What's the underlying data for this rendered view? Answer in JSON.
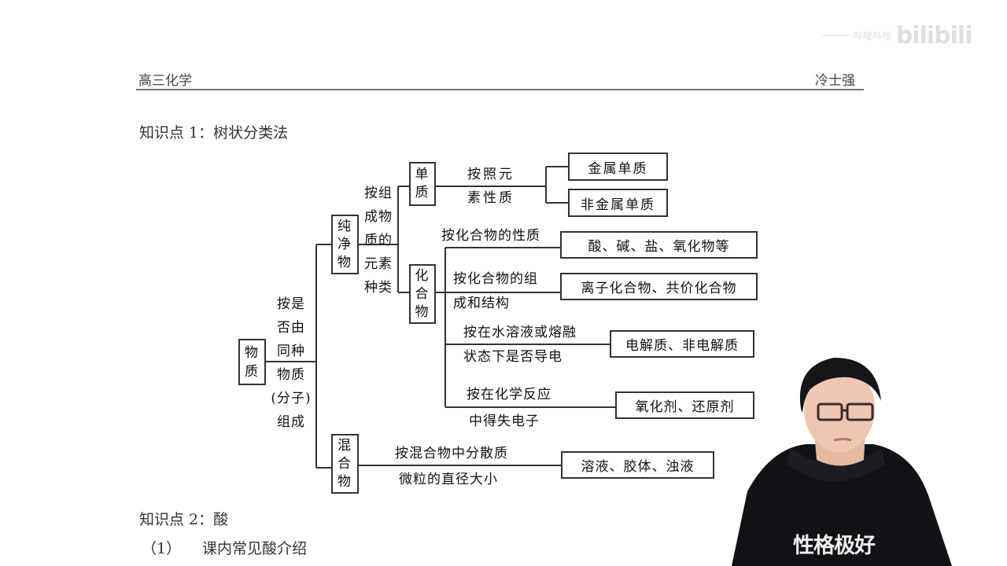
{
  "header": {
    "subject": "高三化学",
    "teacher": "冷士强"
  },
  "watermark": {
    "small_text": "一一一 哔哩哔哩",
    "logo": "bilibili"
  },
  "section1": {
    "title": "知识点 1：树状分类法"
  },
  "tree": {
    "root": "物质",
    "root_criterion": [
      "按是",
      "否由",
      "同种",
      "物质",
      "(分子)",
      "组成"
    ],
    "pure": {
      "label": "纯净物",
      "criterion": [
        "按组",
        "成物",
        "质的",
        "元素",
        "种类"
      ],
      "elemental": {
        "label": "单质",
        "criterion_line1": "按照元",
        "criterion_line2": "素性质",
        "children": [
          "金属单质",
          "非金属单质"
        ]
      },
      "compound": {
        "label": "化合物",
        "branches": [
          {
            "line1": "按化合物的性质",
            "line2": "",
            "result": "酸、碱、盐、氧化物等"
          },
          {
            "line1": "按化合物的组",
            "line2": "成和结构",
            "result": "离子化合物、共价化合物"
          },
          {
            "line1": "按在水溶液或熔融",
            "line2": "状态下是否导电",
            "result": "电解质、非电解质"
          },
          {
            "line1": "按在化学反应",
            "line2": "中得失电子",
            "result": "氧化剂、还原剂"
          }
        ]
      }
    },
    "mixture": {
      "label": "混合物",
      "criterion_line1": "按混合物中分散质",
      "criterion_line2": "微粒的直径大小",
      "result": "溶液、胶体、浊液"
    }
  },
  "section2": {
    "title": "知识点 2：酸",
    "item_index": "（1）",
    "item_text": "课内常见酸介绍"
  },
  "presenter": {
    "shirt_text": "性格极好"
  }
}
